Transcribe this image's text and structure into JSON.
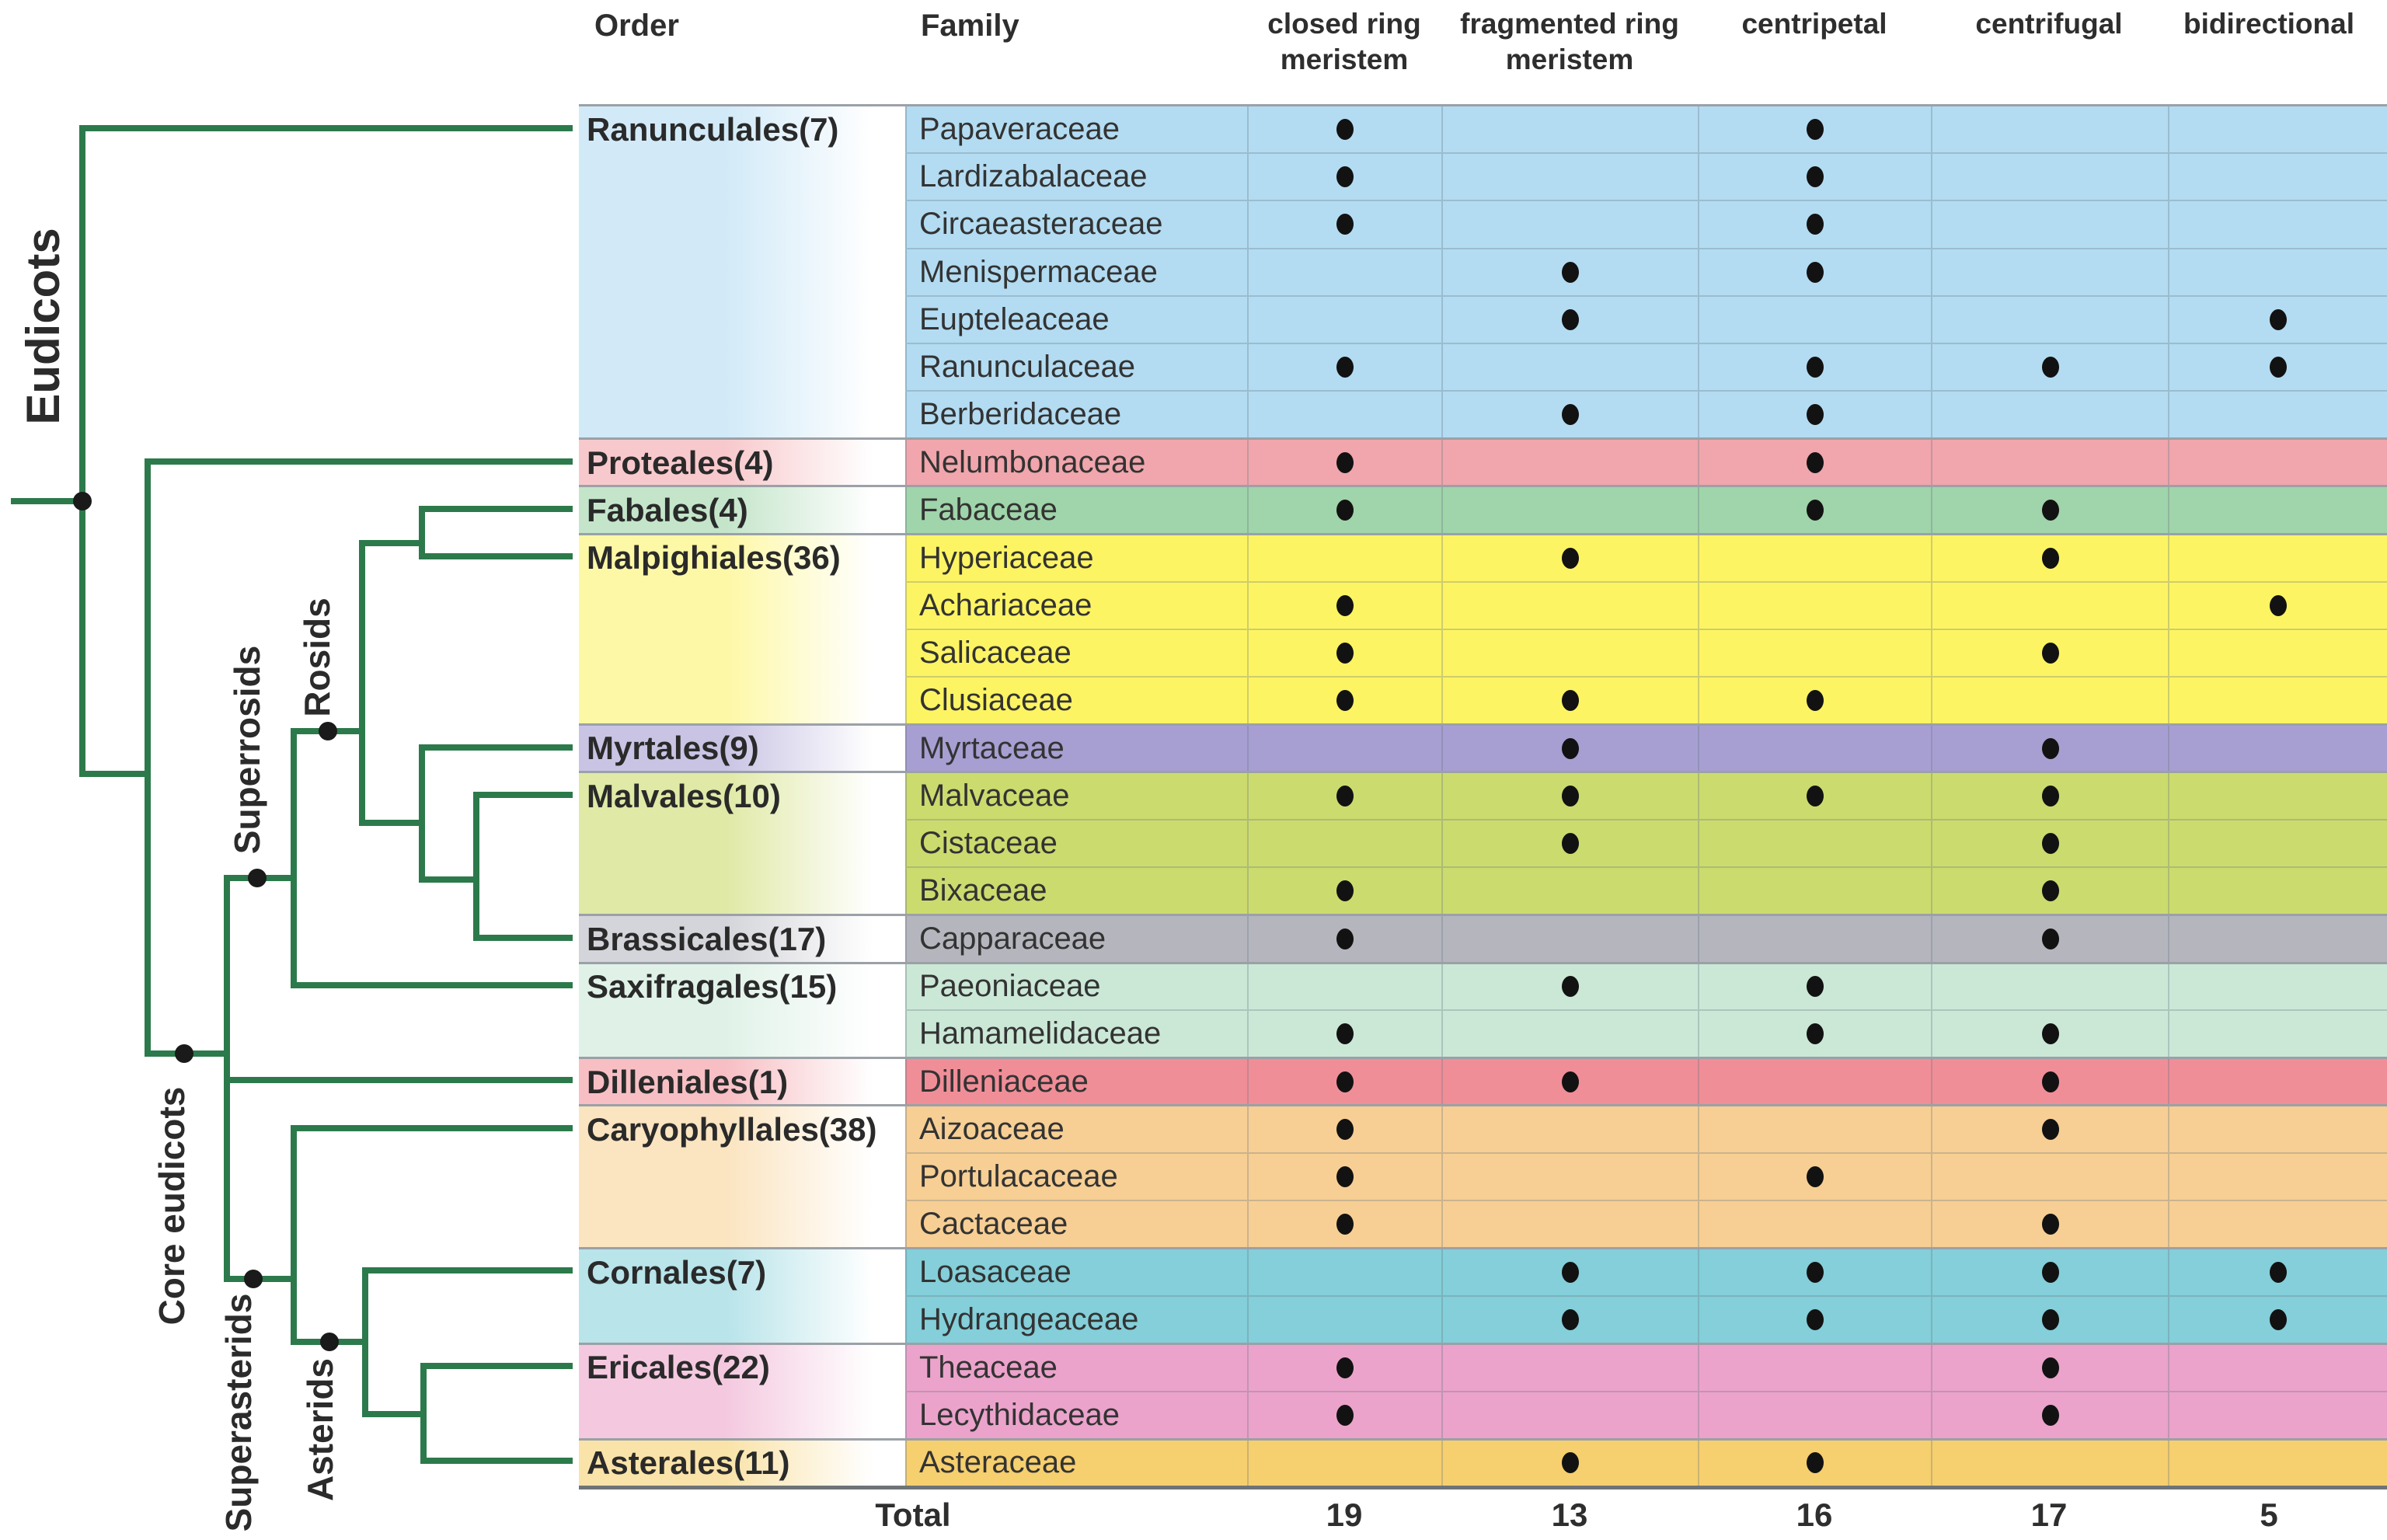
{
  "header": {
    "order": "Order",
    "family": "Family"
  },
  "columns": [
    "closed ring meristem",
    "fragmented ring meristem",
    "centripetal",
    "centrifugal",
    "bidirectional"
  ],
  "tree": {
    "line_color": "#2c7a4b",
    "node_color": "#1a1a1a",
    "labels": {
      "eudicots": "Eudicots",
      "core_eudicots": "Core eudicots",
      "superrosids": "Superrosids",
      "rosids": "Rosids",
      "superasterids": "Superasterids",
      "asterids": "Asterids"
    }
  },
  "orders": [
    {
      "name": "Ranunculales(7)",
      "color": "#b3dcf2",
      "light": "#d2eaf8",
      "families": [
        {
          "name": "Papaveraceae",
          "dots": [
            1,
            0,
            1,
            0,
            0
          ]
        },
        {
          "name": "Lardizabalaceae",
          "dots": [
            1,
            0,
            1,
            0,
            0
          ]
        },
        {
          "name": "Circaeasteraceae",
          "dots": [
            1,
            0,
            1,
            0,
            0
          ]
        },
        {
          "name": "Menispermaceae",
          "dots": [
            0,
            1,
            1,
            0,
            0
          ]
        },
        {
          "name": "Eupteleaceae",
          "dots": [
            0,
            1,
            0,
            0,
            1
          ]
        },
        {
          "name": "Ranunculaceae",
          "dots": [
            1,
            0,
            1,
            1,
            1
          ]
        },
        {
          "name": "Berberidaceae",
          "dots": [
            0,
            1,
            1,
            0,
            0
          ]
        }
      ]
    },
    {
      "name": "Proteales(4)",
      "color": "#f0a6ac",
      "light": "#f8c9cc",
      "families": [
        {
          "name": "Nelumbonaceae",
          "dots": [
            1,
            0,
            1,
            0,
            0
          ]
        }
      ]
    },
    {
      "name": "Fabales(4)",
      "color": "#a0d4aa",
      "light": "#c4e5ca",
      "families": [
        {
          "name": "Fabaceae",
          "dots": [
            1,
            0,
            1,
            1,
            0
          ]
        }
      ]
    },
    {
      "name": "Malpighiales(36)",
      "color": "#fdf463",
      "light": "#fdf8a6",
      "families": [
        {
          "name": "Hyperiaceae",
          "dots": [
            0,
            1,
            0,
            1,
            0
          ]
        },
        {
          "name": "Achariaceae",
          "dots": [
            1,
            0,
            0,
            0,
            1
          ]
        },
        {
          "name": "Salicaceae",
          "dots": [
            1,
            0,
            0,
            1,
            0
          ]
        },
        {
          "name": "Clusiaceae",
          "dots": [
            1,
            1,
            1,
            0,
            0
          ]
        }
      ]
    },
    {
      "name": "Myrtales(9)",
      "color": "#a79fd2",
      "light": "#c9c4e4",
      "families": [
        {
          "name": "Myrtaceae",
          "dots": [
            0,
            1,
            0,
            1,
            0
          ]
        }
      ]
    },
    {
      "name": "Malvales(10)",
      "color": "#ccdb6e",
      "light": "#e0e9a6",
      "families": [
        {
          "name": "Malvaceae",
          "dots": [
            1,
            1,
            1,
            1,
            0
          ]
        },
        {
          "name": "Cistaceae",
          "dots": [
            0,
            1,
            0,
            1,
            0
          ]
        },
        {
          "name": "Bixaceae",
          "dots": [
            1,
            0,
            0,
            1,
            0
          ]
        }
      ]
    },
    {
      "name": "Brassicales(17)",
      "color": "#b5b6bd",
      "light": "#d4d5da",
      "families": [
        {
          "name": "Capparaceae",
          "dots": [
            1,
            0,
            0,
            1,
            0
          ]
        }
      ]
    },
    {
      "name": "Saxifragales(15)",
      "color": "#cbe8d7",
      "light": "#e0f2e8",
      "families": [
        {
          "name": "Paeoniaceae",
          "dots": [
            0,
            1,
            1,
            0,
            0
          ]
        },
        {
          "name": "Hamamelidaceae",
          "dots": [
            1,
            0,
            1,
            1,
            0
          ]
        }
      ]
    },
    {
      "name": "Dilleniales(1)",
      "color": "#f08e98",
      "light": "#f7bfc4",
      "families": [
        {
          "name": "Dilleniaceae",
          "dots": [
            1,
            1,
            0,
            1,
            0
          ]
        }
      ]
    },
    {
      "name": "Caryophyllales(38)",
      "color": "#f7cf94",
      "light": "#fbe4c0",
      "families": [
        {
          "name": "Aizoaceae",
          "dots": [
            1,
            0,
            0,
            1,
            0
          ]
        },
        {
          "name": "Portulacaceae",
          "dots": [
            1,
            0,
            1,
            0,
            0
          ]
        },
        {
          "name": "Cactaceae",
          "dots": [
            1,
            0,
            0,
            1,
            0
          ]
        }
      ]
    },
    {
      "name": "Cornales(7)",
      "color": "#84cfd9",
      "light": "#b8e4ea",
      "families": [
        {
          "name": "Loasaceae",
          "dots": [
            0,
            1,
            1,
            1,
            1
          ]
        },
        {
          "name": "Hydrangeaceae",
          "dots": [
            0,
            1,
            1,
            1,
            1
          ]
        }
      ]
    },
    {
      "name": "Ericales(22)",
      "color": "#eba3cb",
      "light": "#f4c9e0",
      "families": [
        {
          "name": "Theaceae",
          "dots": [
            1,
            0,
            0,
            1,
            0
          ]
        },
        {
          "name": "Lecythidaceae",
          "dots": [
            1,
            0,
            0,
            1,
            0
          ]
        }
      ]
    },
    {
      "name": "Asterales(11)",
      "color": "#f6cf6e",
      "light": "#fae3a9",
      "families": [
        {
          "name": "Asteraceae",
          "dots": [
            0,
            1,
            1,
            0,
            0
          ]
        }
      ]
    }
  ],
  "total": {
    "label": "Total",
    "values": [
      19,
      13,
      16,
      17,
      5
    ]
  }
}
